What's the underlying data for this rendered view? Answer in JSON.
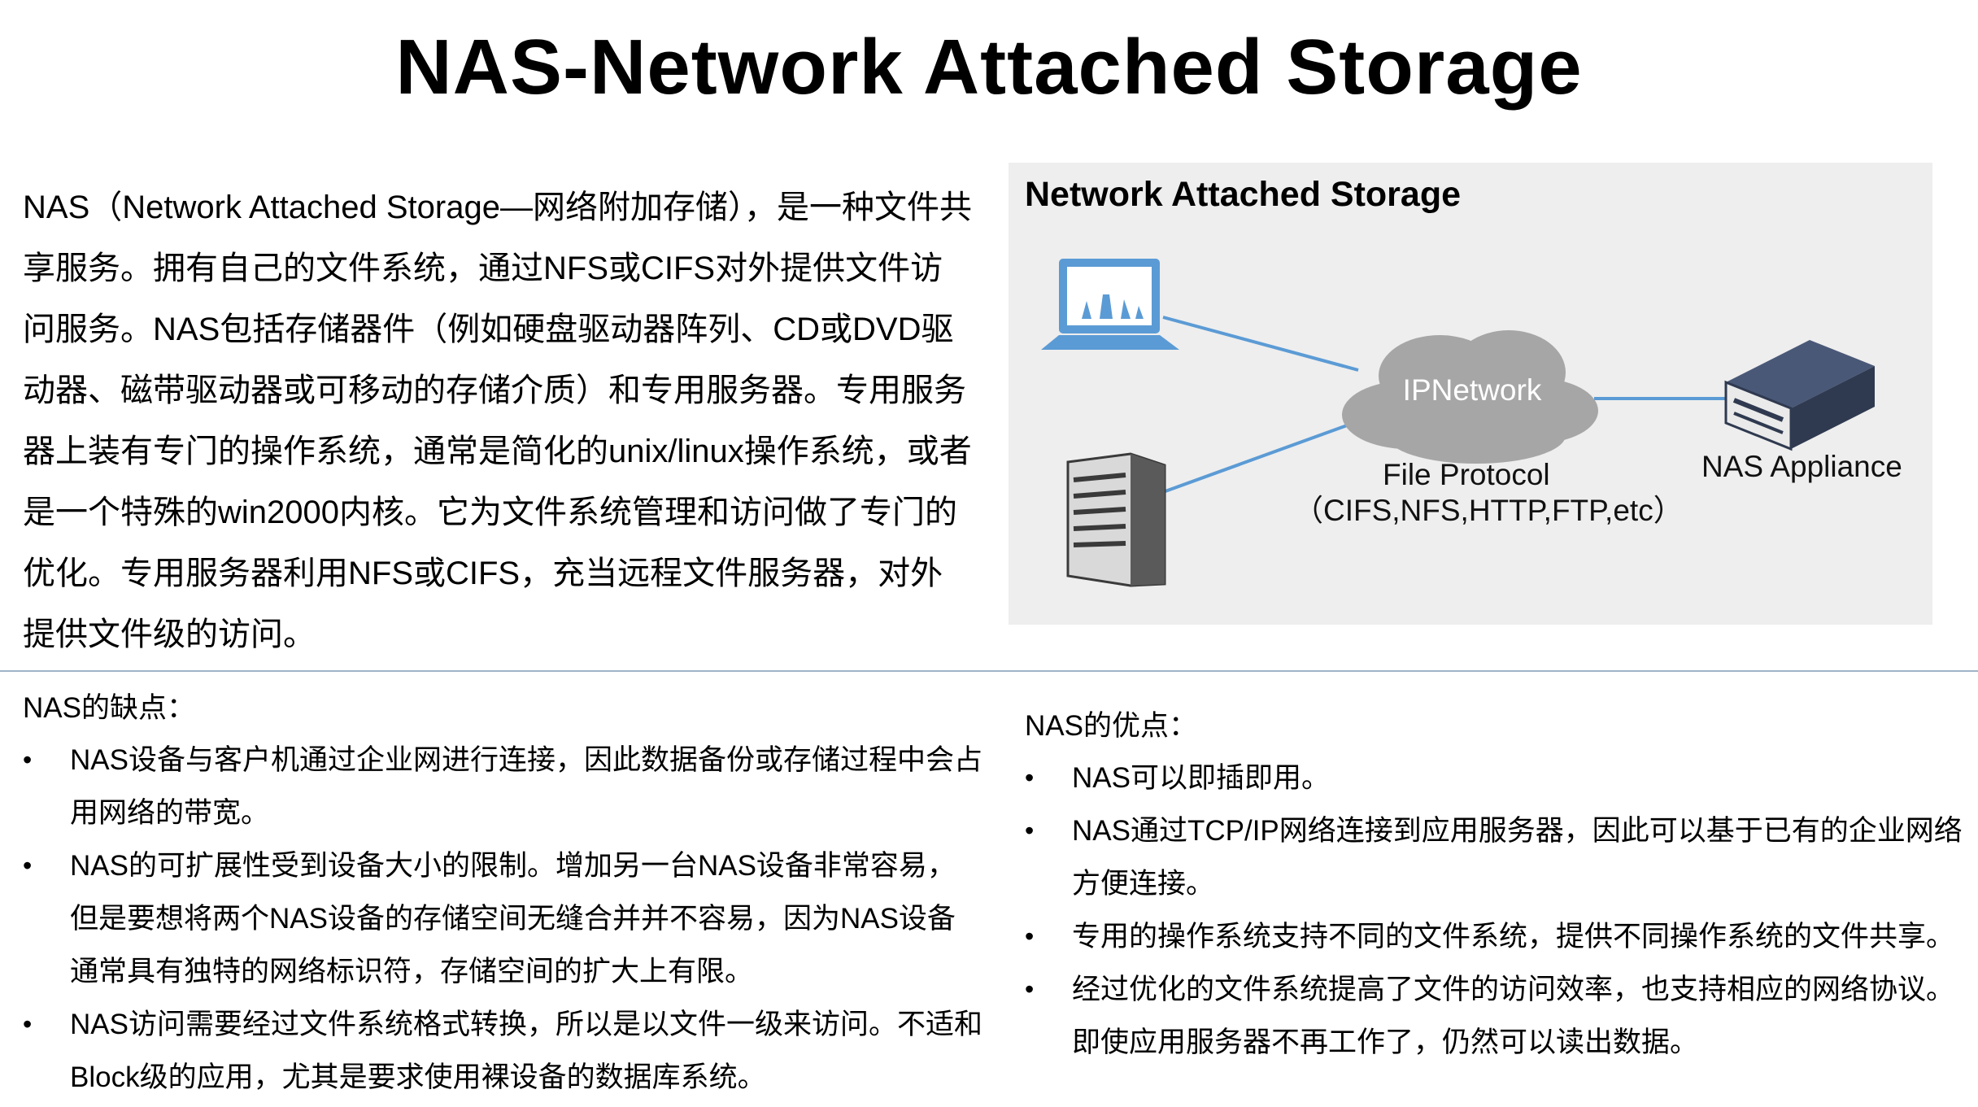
{
  "title": "NAS-Network Attached Storage",
  "intro": "NAS（Network Attached Storage—网络附加存储），是一种文件共享服务。拥有自己的文件系统，通过NFS或CIFS对外提供文件访问服务。NAS包括存储器件（例如硬盘驱动器阵列、CD或DVD驱动器、磁带驱动器或可移动的存储介质）和专用服务器。专用服务器上装有专门的操作系统，通常是简化的unix/linux操作系统，或者是一个特殊的win2000内核。它为文件系统管理和访问做了专门的优化。专用服务器利用NFS或CIFS，充当远程文件服务器，对外提供文件级的访问。",
  "diagram": {
    "title": "Network Attached Storage",
    "cloud_label": "IPNetwork",
    "protocol_line1": "File Protocol",
    "protocol_line2": "（CIFS,NFS,HTTP,FTP,etc）",
    "appliance_label": "NAS Appliance",
    "icons": [
      "laptop-icon",
      "server-tower-icon",
      "cloud-icon",
      "nas-appliance-icon"
    ],
    "colors": {
      "link": "#5b9bd5",
      "cloud": "#a6a6a6",
      "panel": "#eeeeee",
      "device": "#2f3a50"
    }
  },
  "cons": {
    "heading": "NAS的缺点：",
    "items": [
      "NAS设备与客户机通过企业网进行连接，因此数据备份或存储过程中会占用网络的带宽。",
      "NAS的可扩展性受到设备大小的限制。增加另一台NAS设备非常容易，但是要想将两个NAS设备的存储空间无缝合并并不容易，因为NAS设备通常具有独特的网络标识符，存储空间的扩大上有限。",
      "NAS访问需要经过文件系统格式转换，所以是以文件一级来访问。不适和Block级的应用，尤其是要求使用裸设备的数据库系统。"
    ]
  },
  "pros": {
    "heading": "NAS的优点：",
    "items": [
      "NAS可以即插即用。",
      "NAS通过TCP/IP网络连接到应用服务器，因此可以基于已有的企业网络方便连接。",
      "专用的操作系统支持不同的文件系统，提供不同操作系统的文件共享。",
      "经过优化的文件系统提高了文件的访问效率，也支持相应的网络协议。即使应用服务器不再工作了，仍然可以读出数据。"
    ]
  }
}
